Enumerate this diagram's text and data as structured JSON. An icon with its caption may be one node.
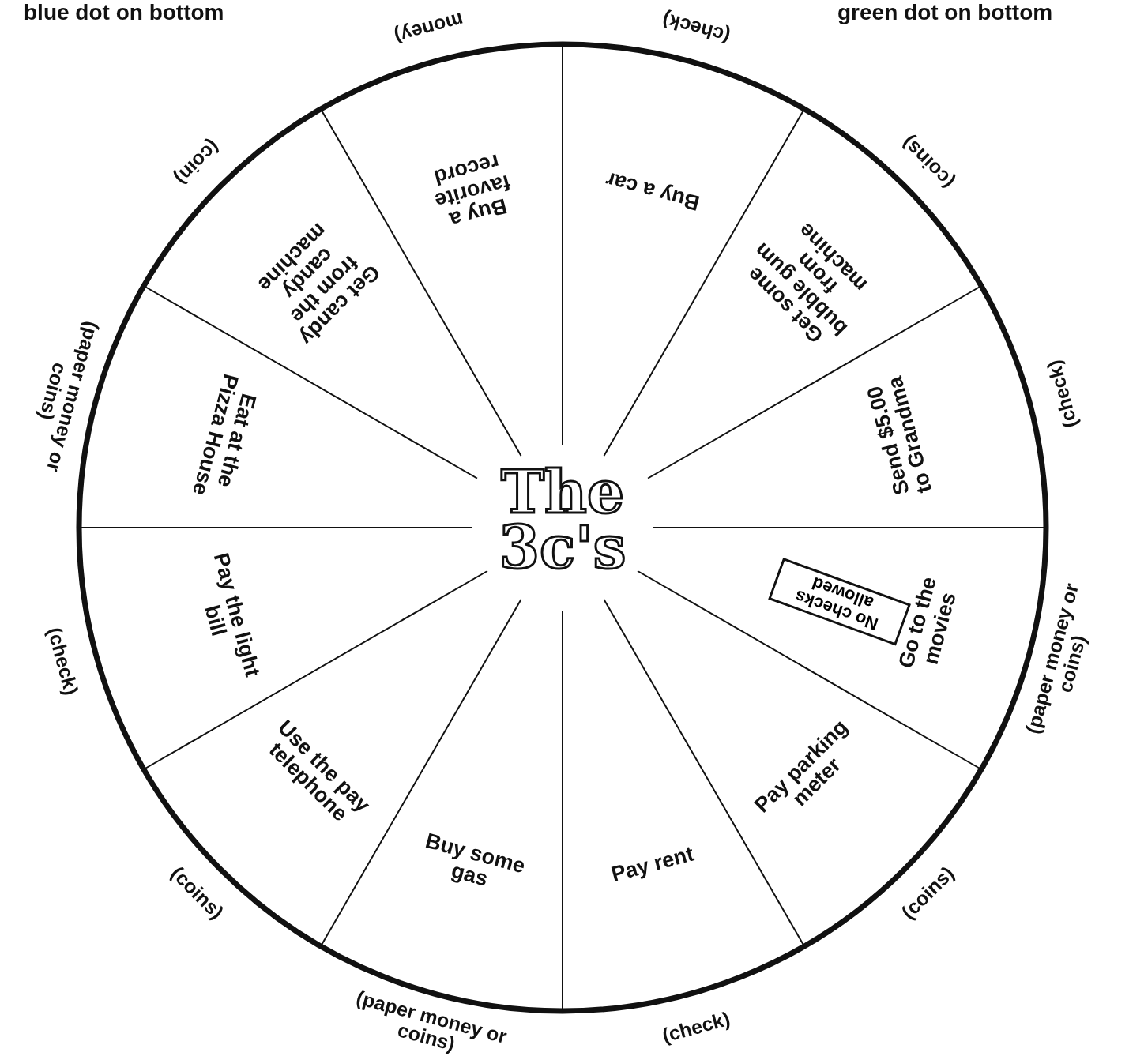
{
  "diagram": {
    "nodes": [
      {
        "text": [
          "Buy a car"
        ]
      },
      {
        "text": [
          "Get some bubble gum from machine"
        ]
      },
      {
        "text": [
          "Send $5.00 to Grandma"
        ]
      },
      {
        "text": [
          "Go to the movies"
        ]
      },
      {
        "text": [
          "No checks allowed"
        ],
        "in": 3
      },
      {
        "text": [
          "Pay parking meter"
        ]
      },
      {
        "text": [
          "Pay rent"
        ]
      },
      {
        "text": [
          "Buy some gas"
        ]
      },
      {
        "text": [
          "Use the pay telephone"
        ]
      },
      {
        "text": [
          "Pay the light bill"
        ]
      },
      {
        "text": [
          "Eat at the Pizza House"
        ]
      },
      {
        "text": [
          "Get candy from the candy machine"
        ]
      },
      {
        "text": [
          "Buy a favorite record"
        ]
      }
    ],
    "labels": [
      "blue dot on bottom",
      "money)",
      "(check)",
      "green dot on bottom",
      "(coin)",
      "(coins)",
      "(paper money or coins)",
      "(check)",
      "The 3c's",
      "(check)",
      "(paper money or coins)",
      "(coins)",
      "(coins)",
      "(paper money or coins)",
      "(check)"
    ]
  }
}
